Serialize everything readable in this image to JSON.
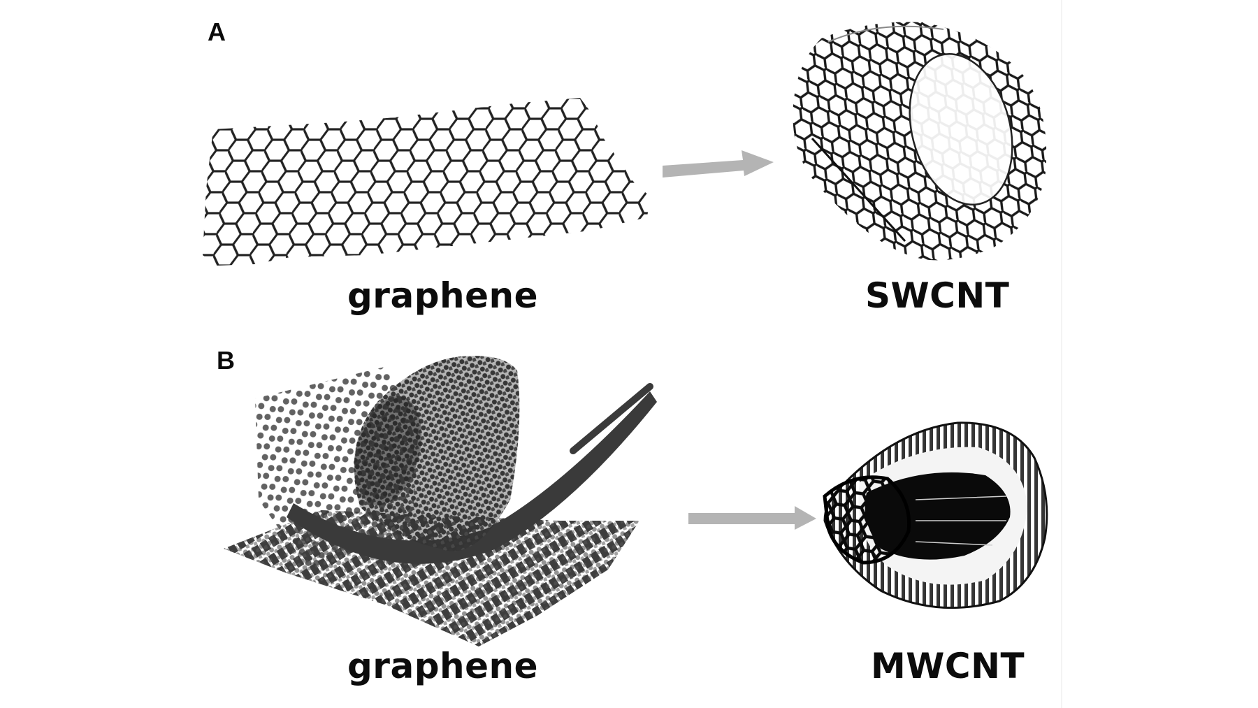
{
  "figure": {
    "panels": [
      {
        "letter": "A",
        "source_label": "graphene",
        "product_label": "SWCNT",
        "arrow": "right-arrow",
        "description": "Flat graphene sheet rolled into a single-walled carbon nanotube"
      },
      {
        "letter": "B",
        "source_label": "graphene",
        "product_label": "MWCNT",
        "arrow": "right-arrow",
        "description": "Rolled graphene sheets forming a multi-walled carbon nanotube"
      }
    ],
    "colors": {
      "background": "#ffffff",
      "text": "#0c0c0c",
      "arrow": "#b4b4b4",
      "lattice": "#222222",
      "lattice_dark": "#4a4a4a"
    }
  }
}
